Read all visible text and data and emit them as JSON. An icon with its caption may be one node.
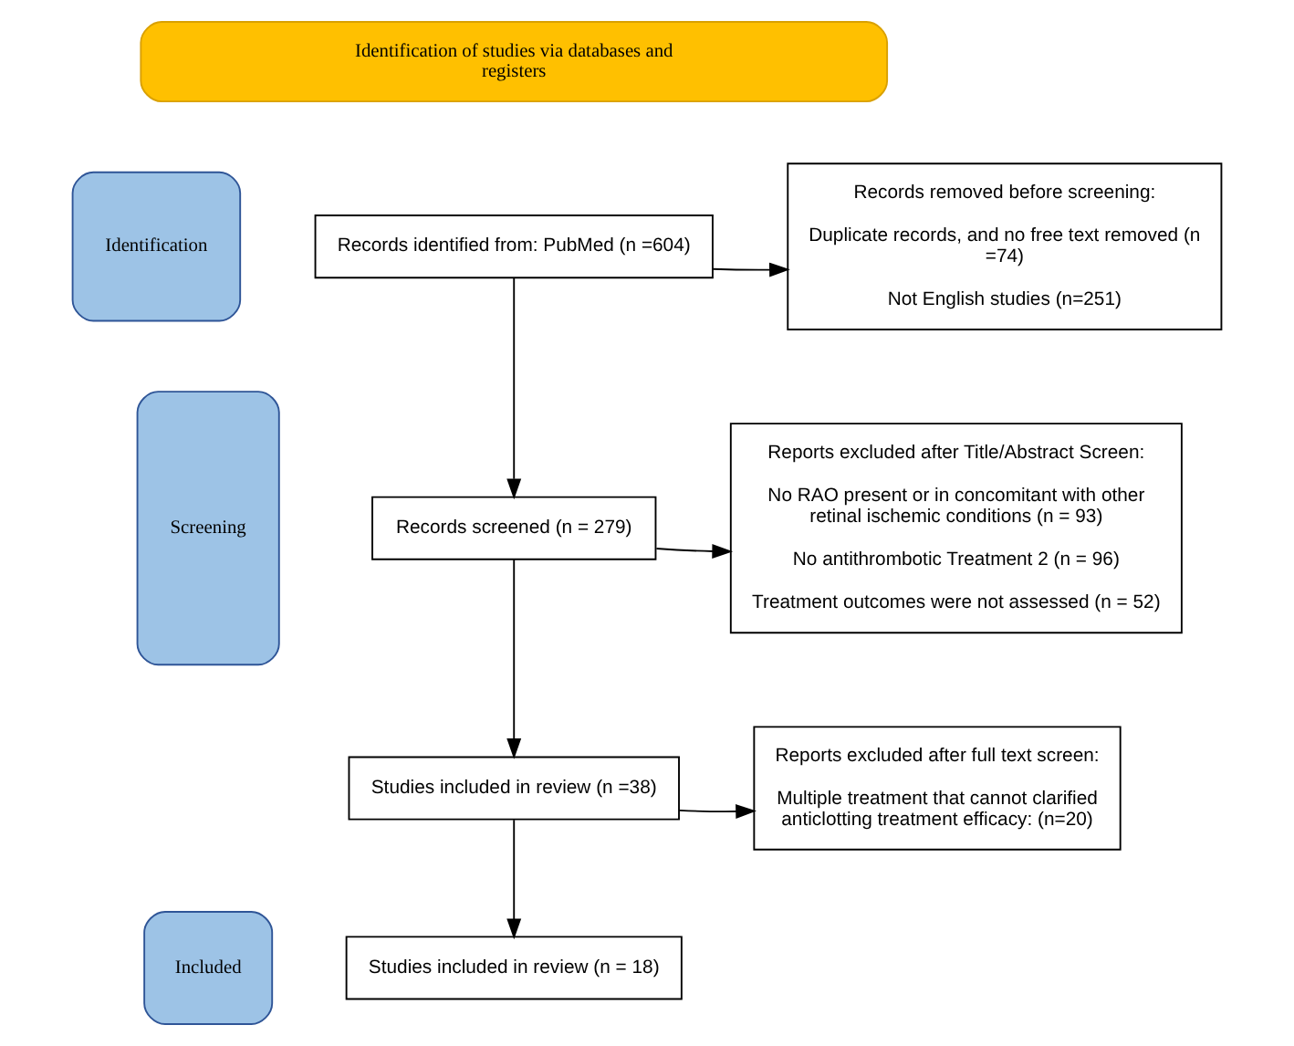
{
  "diagram": {
    "nodes": [
      {
        "text": [
          "Identification of studies via databases and registers"
        ]
      },
      {
        "text": [
          "Identification"
        ]
      },
      {
        "text": [
          "Records identified from: PubMed (n =604)"
        ]
      },
      {
        "text": [
          "Records removed before screening:",
          "Duplicate records, and no free text removed (n =74)",
          "Not English studies (n=251)"
        ]
      },
      {
        "text": [
          "Screening"
        ]
      },
      {
        "text": [
          "Records screened (n = 279)"
        ]
      },
      {
        "text": [
          "Reports excluded after Title/Abstract Screen:",
          "No RAO present or in concomitant with other retinal ischemic conditions (n = 93)",
          "No antithrombotic Treatment 2 (n = 96)",
          "Treatment outcomes were not assessed (n = 52)"
        ]
      },
      {
        "text": [
          "Studies included in review (n =38)"
        ]
      },
      {
        "text": [
          "Reports excluded after full text screen:",
          "Multiple treatment that cannot clarified anticlotting treatment efficacy: (n=20)"
        ]
      },
      {
        "text": [
          "Included"
        ]
      },
      {
        "text": [
          "Studies included in review (n = 18)"
        ]
      }
    ],
    "edges": [
      {
        "from": 2,
        "to": 3,
        "arrow": "to"
      },
      {
        "from": 2,
        "to": 5,
        "arrow": "to"
      },
      {
        "from": 5,
        "to": 6,
        "arrow": "to"
      },
      {
        "from": 5,
        "to": 7,
        "arrow": "to"
      },
      {
        "from": 7,
        "to": 8,
        "arrow": "to"
      },
      {
        "from": 7,
        "to": 10,
        "arrow": "to"
      }
    ]
  }
}
